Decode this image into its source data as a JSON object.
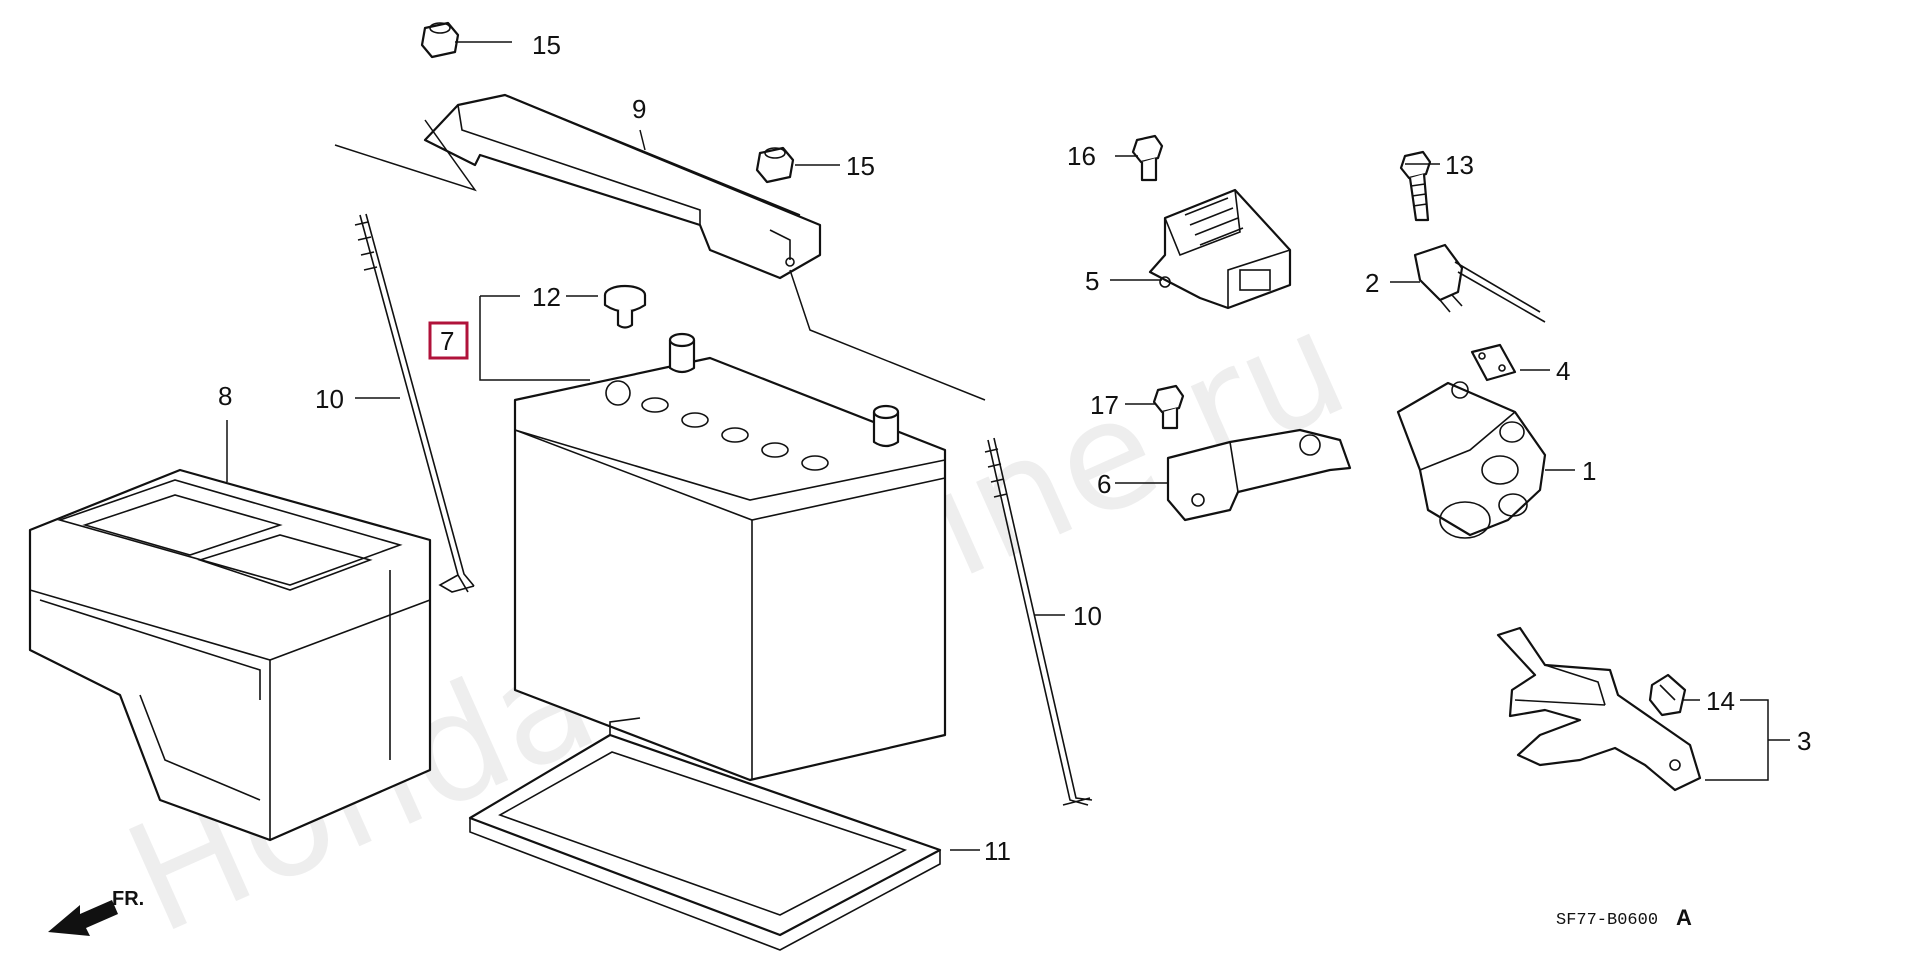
{
  "watermark": "HondaCarMine.ru",
  "diagram_code": "SF77-B0600",
  "diagram_revision": "A",
  "front_marker": "FR.",
  "callouts": [
    {
      "id": "1",
      "label": "1"
    },
    {
      "id": "2",
      "label": "2"
    },
    {
      "id": "3",
      "label": "3"
    },
    {
      "id": "4",
      "label": "4"
    },
    {
      "id": "5",
      "label": "5"
    },
    {
      "id": "6",
      "label": "6"
    },
    {
      "id": "7",
      "label": "7",
      "highlighted": true
    },
    {
      "id": "8",
      "label": "8"
    },
    {
      "id": "9",
      "label": "9"
    },
    {
      "id": "10a",
      "label": "10"
    },
    {
      "id": "10b",
      "label": "10"
    },
    {
      "id": "11",
      "label": "11"
    },
    {
      "id": "12",
      "label": "12"
    },
    {
      "id": "13",
      "label": "13"
    },
    {
      "id": "14",
      "label": "14"
    },
    {
      "id": "15a",
      "label": "15"
    },
    {
      "id": "15b",
      "label": "15"
    },
    {
      "id": "16",
      "label": "16"
    },
    {
      "id": "17",
      "label": "17"
    }
  ],
  "colors": {
    "line": "#111111",
    "highlight": "#b0123a",
    "watermark": "#cfcfcf"
  }
}
